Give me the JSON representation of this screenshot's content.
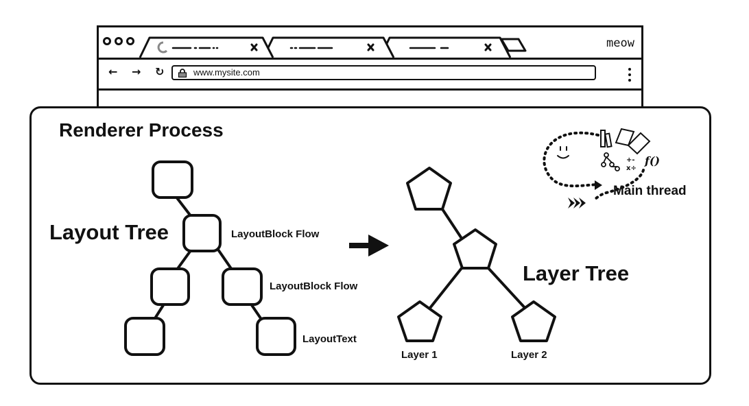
{
  "browser": {
    "brand": "meow",
    "url": "www.mysite.com",
    "nav": {
      "back": "←",
      "forward": "→",
      "reload": "↻"
    }
  },
  "renderer": {
    "title": "Renderer Process",
    "layout_tree_label": "Layout Tree",
    "layer_tree_label": "Layer Tree",
    "node_labels": {
      "block_flow_root": "LayoutBlock Flow",
      "block_flow_child": "LayoutBlock Flow",
      "text": "LayoutText"
    },
    "layer_labels": {
      "layer1": "Layer 1",
      "layer2": "Layer 2"
    },
    "main_thread_label": "Main thread"
  },
  "colors": {
    "ink": "#111111",
    "background": "#ffffff"
  }
}
